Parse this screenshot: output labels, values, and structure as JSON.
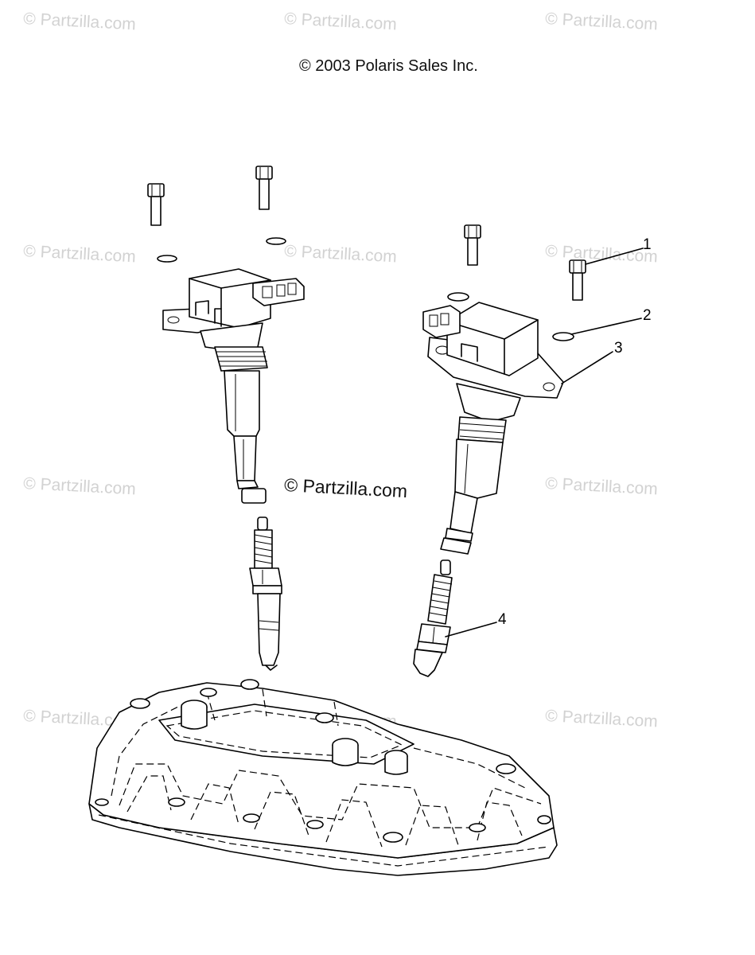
{
  "copyright": "© 2003 Polaris Sales Inc.",
  "center_watermark": "© Partzilla.com",
  "watermark_text": "© Partzilla.com",
  "callouts": [
    {
      "id": "1",
      "label": "1"
    },
    {
      "id": "2",
      "label": "2"
    },
    {
      "id": "3",
      "label": "3"
    },
    {
      "id": "4",
      "label": "4"
    }
  ],
  "colors": {
    "line": "#000000",
    "watermark": "#d2d2d2",
    "background": "#ffffff"
  }
}
